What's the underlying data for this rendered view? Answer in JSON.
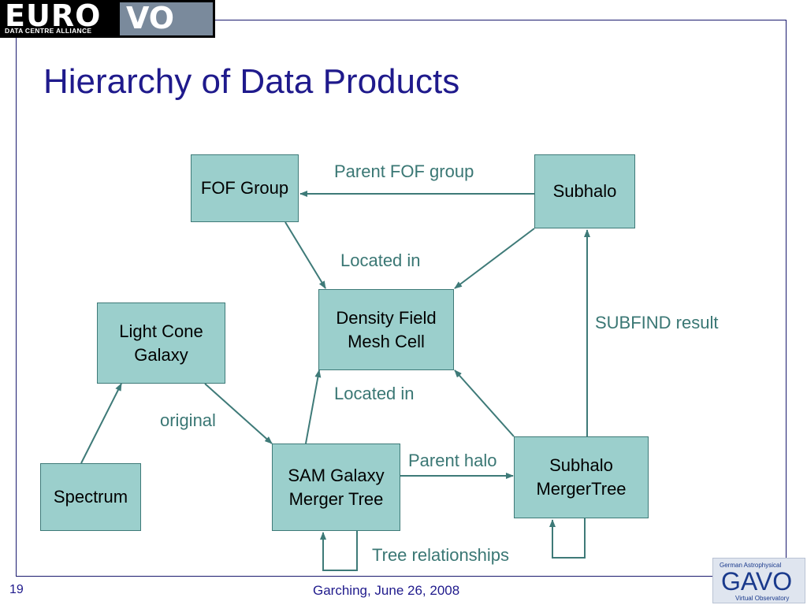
{
  "logo": {
    "euro_text": "EURO",
    "vo_text": "VO",
    "subtitle": "DATA CENTRE ALLIANCE"
  },
  "title": "Hierarchy of Data Products",
  "nodes": {
    "fof_group": "FOF Group",
    "subhalo": "Subhalo",
    "density_field_line1": "Density Field",
    "density_field_line2": "Mesh Cell",
    "light_cone_line1": "Light Cone",
    "light_cone_line2": "Galaxy",
    "spectrum": "Spectrum",
    "sam_galaxy_line1": "SAM Galaxy",
    "sam_galaxy_line2": "Merger Tree",
    "subhalo_merger_line1": "Subhalo",
    "subhalo_merger_line2": "MergerTree"
  },
  "edge_labels": {
    "parent_fof_group": "Parent FOF group",
    "located_in_top": "Located in",
    "subfind_result": "SUBFIND result",
    "located_in_bottom": "Located in",
    "original": "original",
    "parent_halo": "Parent halo",
    "tree_relationships": "Tree relationships"
  },
  "footer": {
    "page_number": "19",
    "event": "Garching, June 26, 2008"
  },
  "gavo_logo": {
    "top": "German Astrophysical",
    "main": "GAVO",
    "bottom": "Virtual Observatory"
  },
  "colors": {
    "title": "#1f1a8c",
    "box_fill": "#9bcfcc",
    "edge": "#3e7a78",
    "label": "#3a7774"
  }
}
